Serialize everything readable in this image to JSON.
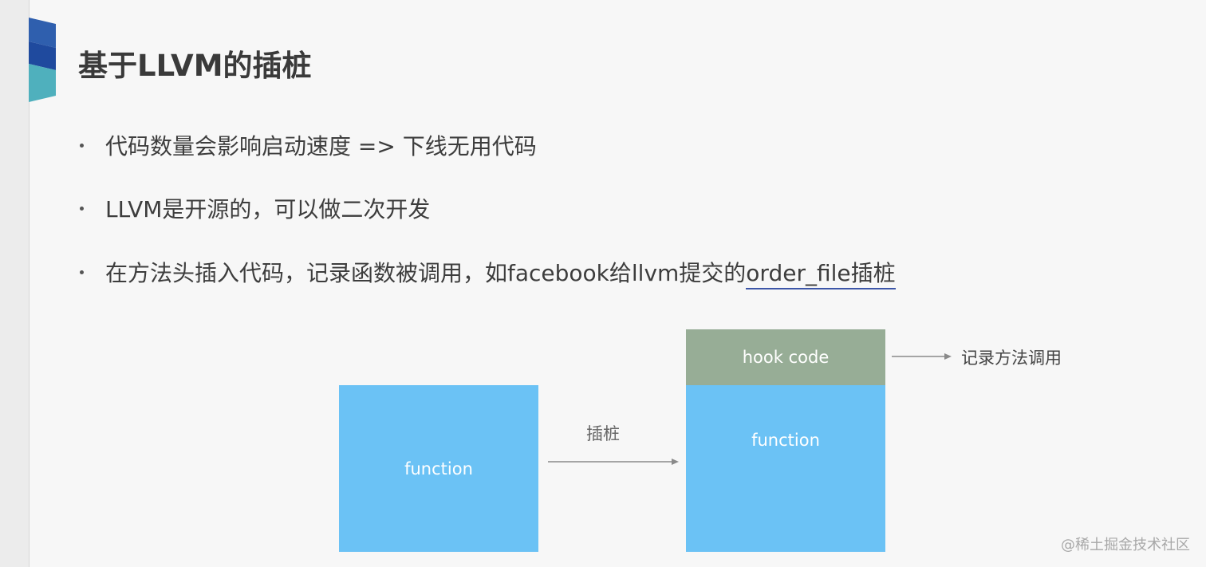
{
  "slide": {
    "title": "基于LLVM的插桩",
    "bullets": [
      "代码数量会影响启动速度 => 下线无用代码",
      "LLVM是开源的，可以做二次开发"
    ],
    "bullet3": {
      "text": "在方法头插入代码，记录函数被调用，如facebook给llvm提交的",
      "link": "order_file插桩"
    }
  },
  "diagram": {
    "left_box_label": "function",
    "arrow_label": "插桩",
    "hook_label": "hook code",
    "right_box_label": "function",
    "record_label": "记录方法调用",
    "colors": {
      "function_box": "#6bc2f5",
      "hook_box": "#97ad96"
    }
  },
  "watermark": "@稀土掘金技术社区"
}
